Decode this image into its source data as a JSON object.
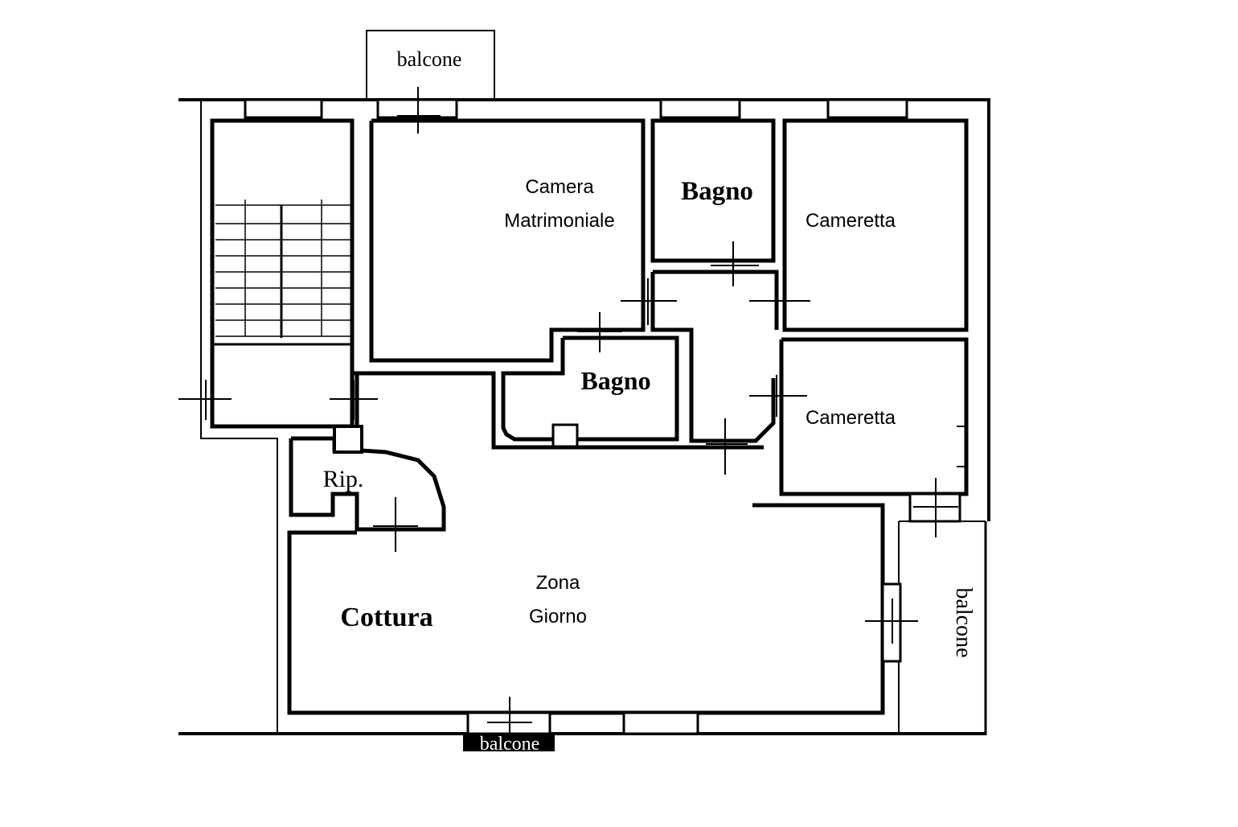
{
  "rooms": {
    "balcone_top": "balcone",
    "camera": "Camera",
    "matrimoniale": "Matrimoniale",
    "bagno_1": "Bagno",
    "cameretta_1": "Cameretta",
    "bagno_2": "Bagno",
    "cameretta_2": "Cameretta",
    "ripostiglio": "Rip.",
    "cottura": "Cottura",
    "zona": "Zona",
    "giorno": "Giorno",
    "balcone_right": "balcone",
    "balcone_bottom": "balcone"
  }
}
